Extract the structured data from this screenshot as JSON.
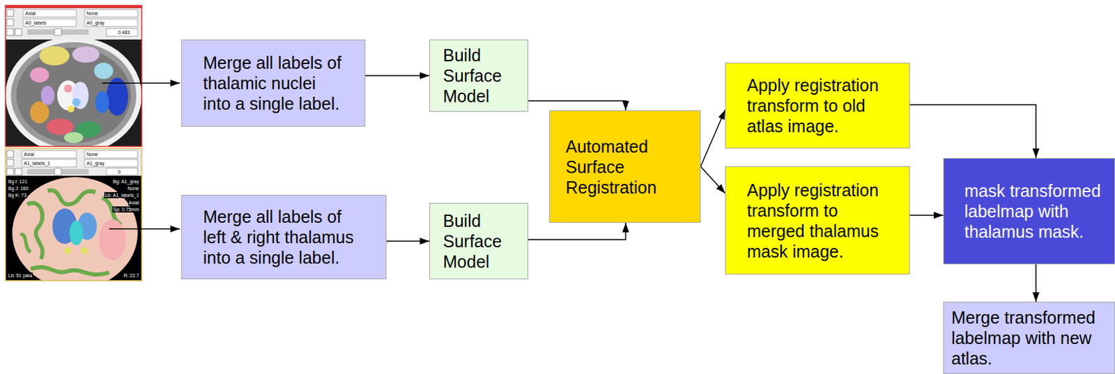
{
  "diagram": {
    "nodes": [
      {
        "text": [
          "Merge all labels of thalamic nuclei into a single label."
        ]
      },
      {
        "text": [
          "Build Surface Model"
        ]
      },
      {
        "text": [
          "Merge all labels of left & right thalamus into a single label."
        ]
      },
      {
        "text": [
          "Build Surface Model"
        ]
      },
      {
        "text": [
          "Automated Surface Registration"
        ]
      },
      {
        "text": [
          "Apply registration transform to old atlas image."
        ]
      },
      {
        "text": [
          "Apply registration transform to merged thalamus mask image."
        ]
      },
      {
        "text": [
          "mask transformed labelmap with thalamus mask."
        ]
      },
      {
        "text": [
          "Merge transformed labelmap with new atlas."
        ]
      }
    ],
    "edges": [
      {
        "from": 0,
        "to": 1,
        "arrow": "to"
      },
      {
        "from": 2,
        "to": 3,
        "arrow": "to"
      },
      {
        "from": 1,
        "to": 4,
        "arrow": "to"
      },
      {
        "from": 3,
        "to": 4,
        "arrow": "to"
      },
      {
        "from": 4,
        "to": 5,
        "arrow": "to"
      },
      {
        "from": 4,
        "to": 6,
        "arrow": "to"
      },
      {
        "from": 5,
        "to": 7,
        "arrow": "to"
      },
      {
        "from": 6,
        "to": 7,
        "arrow": "to"
      },
      {
        "from": 7,
        "to": 8,
        "arrow": "to"
      }
    ],
    "labels": [
      "Axial",
      "None",
      "A0_labels",
      "A0_gray",
      "0.483",
      "Axial",
      "None",
      "A1_labels_1",
      "A1_gray",
      "0",
      "Bg I: 121",
      "Bg J: 160",
      "Bg K: 73",
      "Bg: A1_gray",
      "None",
      "Lb: A1_labels_1",
      "Axial",
      "Sp: 0.75mm",
      "Lb: 51 (aka",
      "R: 22.7"
    ]
  }
}
